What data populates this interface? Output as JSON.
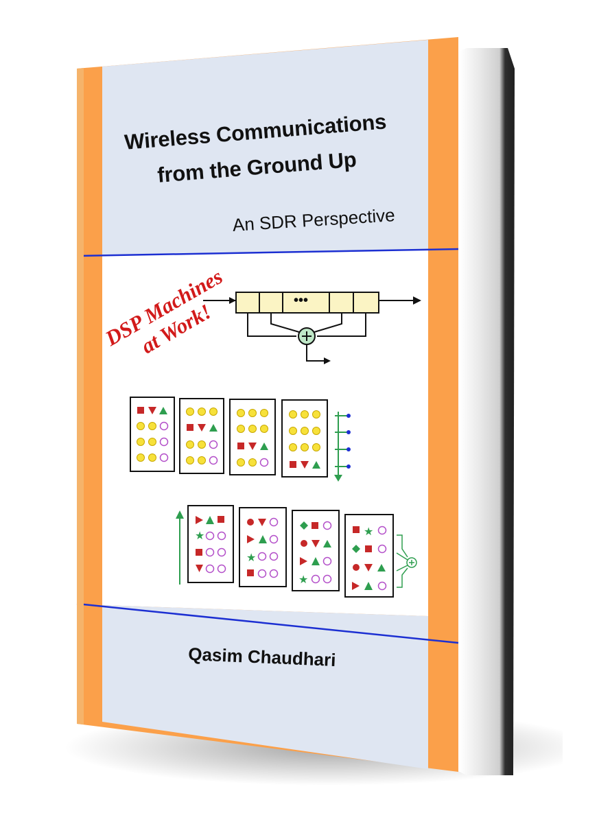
{
  "book": {
    "title_line1": "Wireless Communications",
    "title_line2": "from the Ground Up",
    "subtitle": "An SDR Perspective",
    "tagline_line1": "DSP Machines",
    "tagline_line2": "at Work!",
    "author": "Qasim Chaudhari",
    "register_dots": "•••"
  },
  "colors": {
    "orange": "#fba04a",
    "light_blue": "#dfe6f2",
    "rule_blue": "#1c2fd2",
    "red": "#c62828",
    "green": "#2e9e4f",
    "yellow": "#f7e13a",
    "purple": "#b34fc9",
    "register_fill": "#fbf4c4"
  }
}
